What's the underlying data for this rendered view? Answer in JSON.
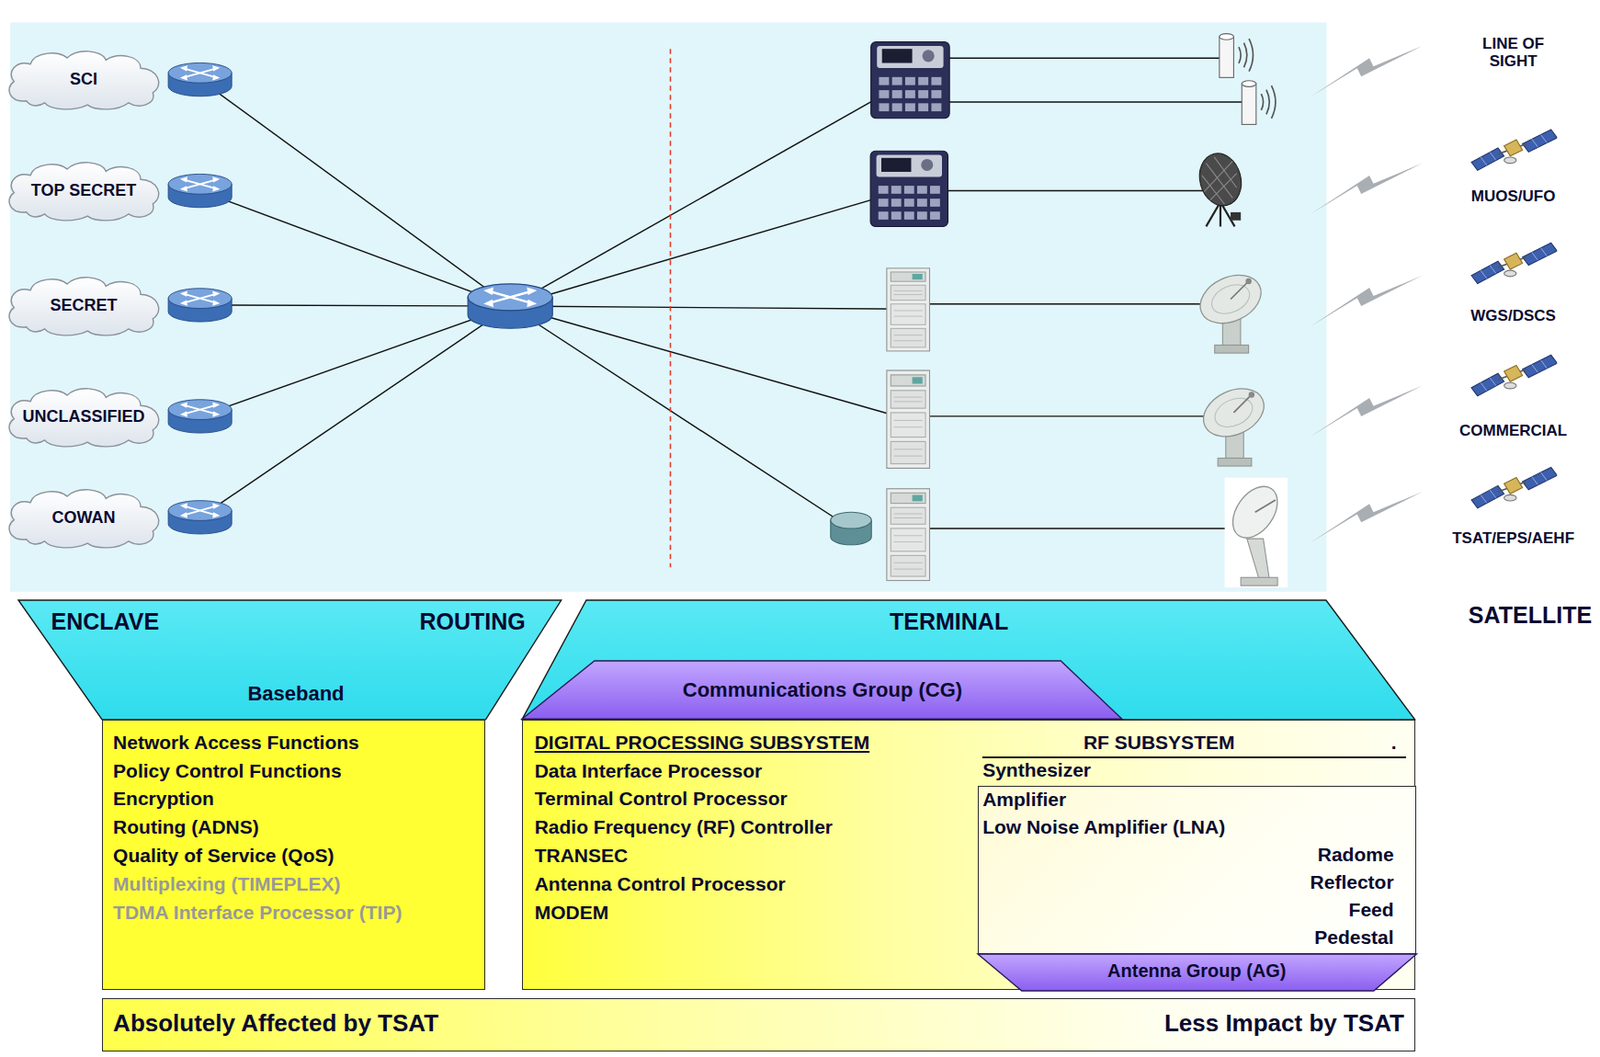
{
  "diagram": {
    "nodes": [
      {
        "text": [
          "SCI"
        ]
      },
      {
        "text": [
          "TOP SECRET"
        ]
      },
      {
        "text": [
          "SECRET"
        ]
      },
      {
        "text": [
          "UNCLASSIFIED"
        ]
      },
      {
        "text": [
          "COWAN"
        ]
      },
      {
        "text": [
          "ENCLAVE",
          "ROUTING",
          "Baseband"
        ]
      },
      {
        "text": [
          "Network Access Functions",
          "Policy Control Functions",
          "Encryption",
          "Routing (ADNS)",
          "Quality of Service (QoS)",
          "Multiplexing (TIMEPLEX)",
          "TDMA Interface Processor (TIP)"
        ]
      },
      {
        "text": [
          "TERMINAL"
        ]
      },
      {
        "text": [
          "Communications Group (CG)"
        ],
        "in": 7
      },
      {
        "text": [
          "DIGITAL PROCESSING SUBSYSTEM",
          "Data Interface Processor",
          "Terminal Control Processor",
          "Radio Frequency (RF) Controller",
          "TRANSEC",
          "Antenna Control Processor",
          "MODEM"
        ]
      },
      {
        "text": [
          "RF SUBSYSTEM",
          ".",
          "Synthesizer",
          "Amplifier",
          "Low Noise Amplifier (LNA)",
          "Radome",
          "Reflector",
          "Feed",
          "Pedestal"
        ],
        "in": 9
      },
      {
        "text": [
          "Antenna Group (AG)"
        ],
        "in": 9
      },
      {
        "text": [
          "Absolutely Affected by TSAT",
          "Less Impact by TSAT"
        ]
      }
    ],
    "labels": [
      "LINE OF SIGHT",
      "MUOS/UFO",
      "WGS/DSCS",
      "COMMERCIAL",
      "TSAT/EPS/AEHF",
      "SATELLITE"
    ]
  }
}
